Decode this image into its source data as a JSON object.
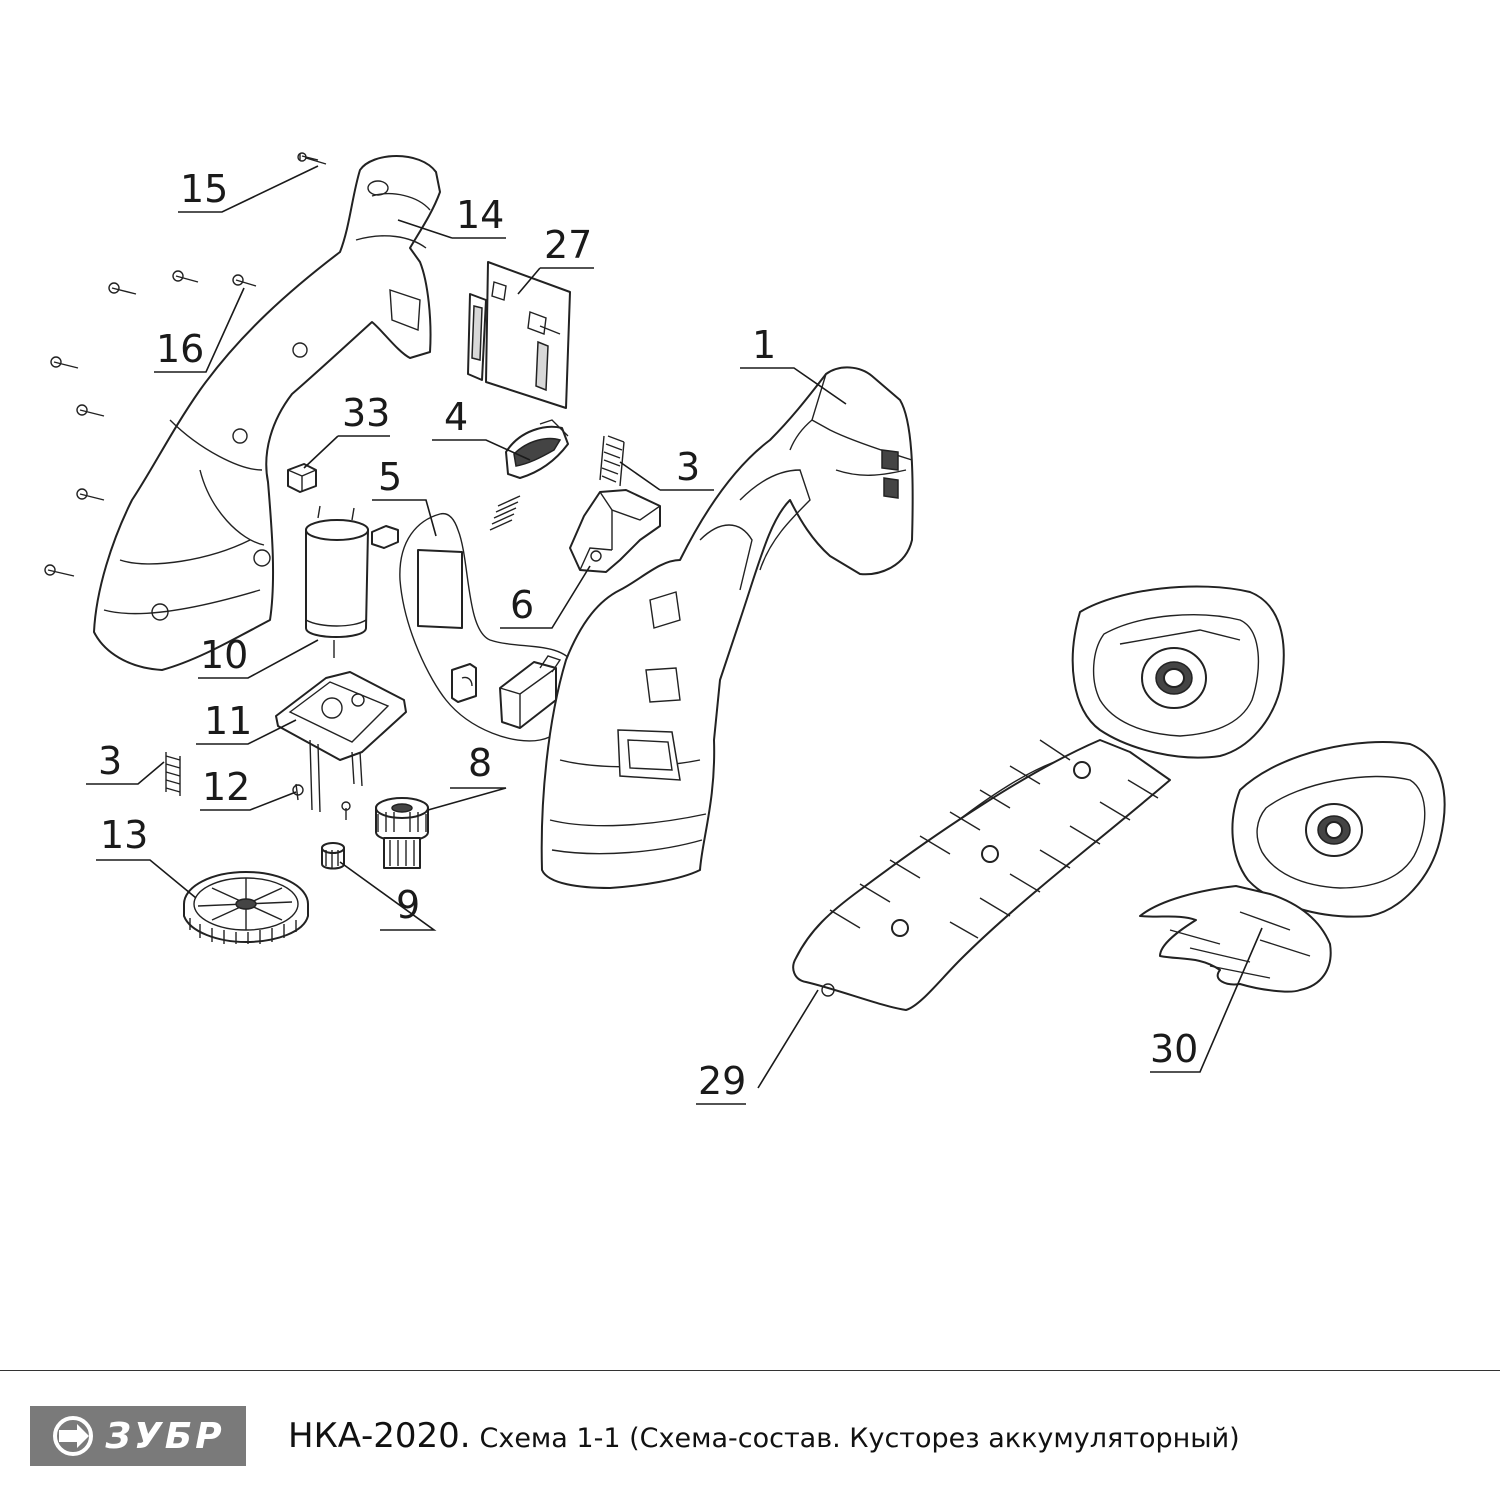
{
  "diagram": {
    "part_labels": [
      "15",
      "14",
      "27",
      "16",
      "1",
      "33",
      "4",
      "3",
      "5",
      "6",
      "10",
      "11",
      "3",
      "12",
      "8",
      "13",
      "9",
      "29",
      "30"
    ]
  },
  "footer": {
    "brand": "ЗУБР",
    "model": "НКА-2020.",
    "description": "Схема 1-1 (Схема-состав. Кусторез аккумуляторный)"
  }
}
